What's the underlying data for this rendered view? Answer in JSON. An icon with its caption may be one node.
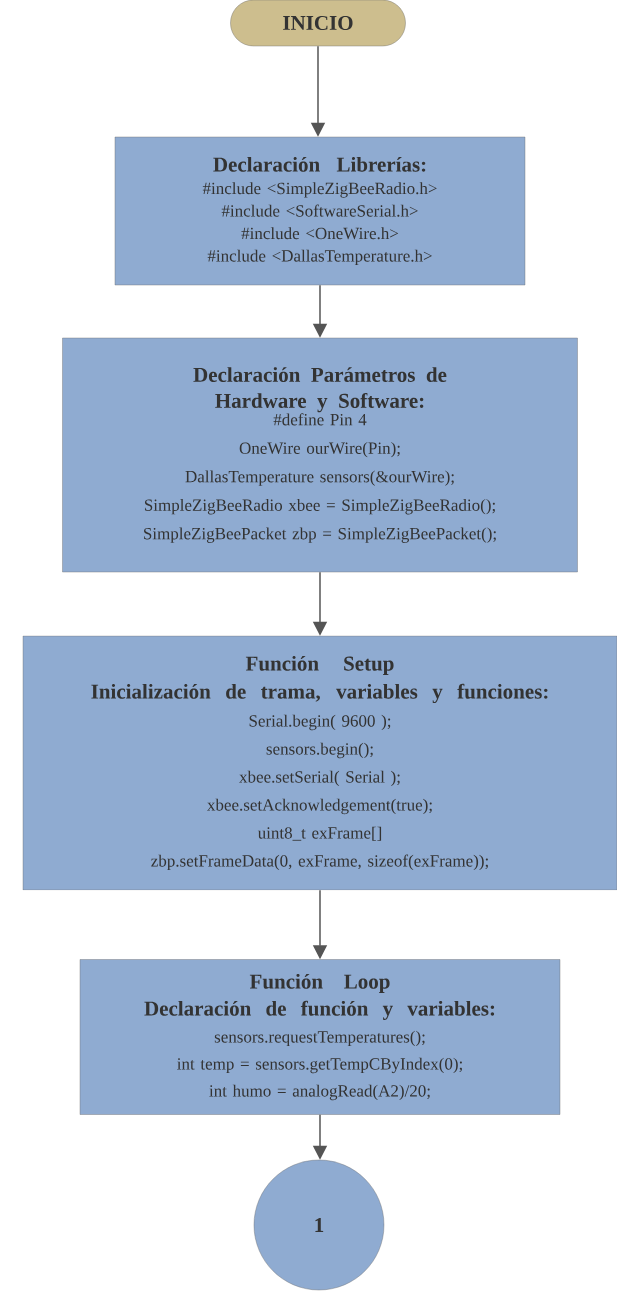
{
  "diagram": {
    "nodes": [
      {
        "text": [
          "INICIO"
        ]
      },
      {
        "text": [
          "Declaración Librerías:",
          "#include <SimpleZigBeeRadio.h>",
          "#include <SoftwareSerial.h>",
          "#include <OneWire.h>",
          "#include <DallasTemperature.h>"
        ]
      },
      {
        "text": [
          "Declaración Parámetros de Hardware y Software:",
          "#define Pin 4",
          "OneWire ourWire(Pin);",
          "DallasTemperature sensors(&ourWire);",
          "SimpleZigBeeRadio xbee = SimpleZigBeeRadio();",
          "SimpleZigBeePacket zbp = SimpleZigBeePacket();"
        ]
      },
      {
        "text": [
          "Función Setup",
          "Inicialización de trama, variables y funciones:",
          "Serial.begin( 9600 );",
          "sensors.begin();",
          "xbee.setSerial( Serial );",
          "xbee.setAcknowledgement(true);",
          "uint8_t exFrame[]",
          "zbp.setFrameData(0, exFrame, sizeof(exFrame));"
        ]
      },
      {
        "text": [
          "Función Loop",
          "Declaración de función y variables:",
          "sensors.requestTemperatures();",
          "int temp = sensors.getTempCByIndex(0);",
          "int humo = analogRead(A2)/20;"
        ]
      },
      {
        "text": [
          "1"
        ]
      }
    ],
    "edges": [
      {
        "from": 0,
        "to": 1,
        "arrow": "to"
      },
      {
        "from": 1,
        "to": 2,
        "arrow": "to"
      },
      {
        "from": 2,
        "to": 3,
        "arrow": "to"
      },
      {
        "from": 3,
        "to": 4,
        "arrow": "to"
      },
      {
        "from": 4,
        "to": 5,
        "arrow": "to"
      }
    ]
  }
}
